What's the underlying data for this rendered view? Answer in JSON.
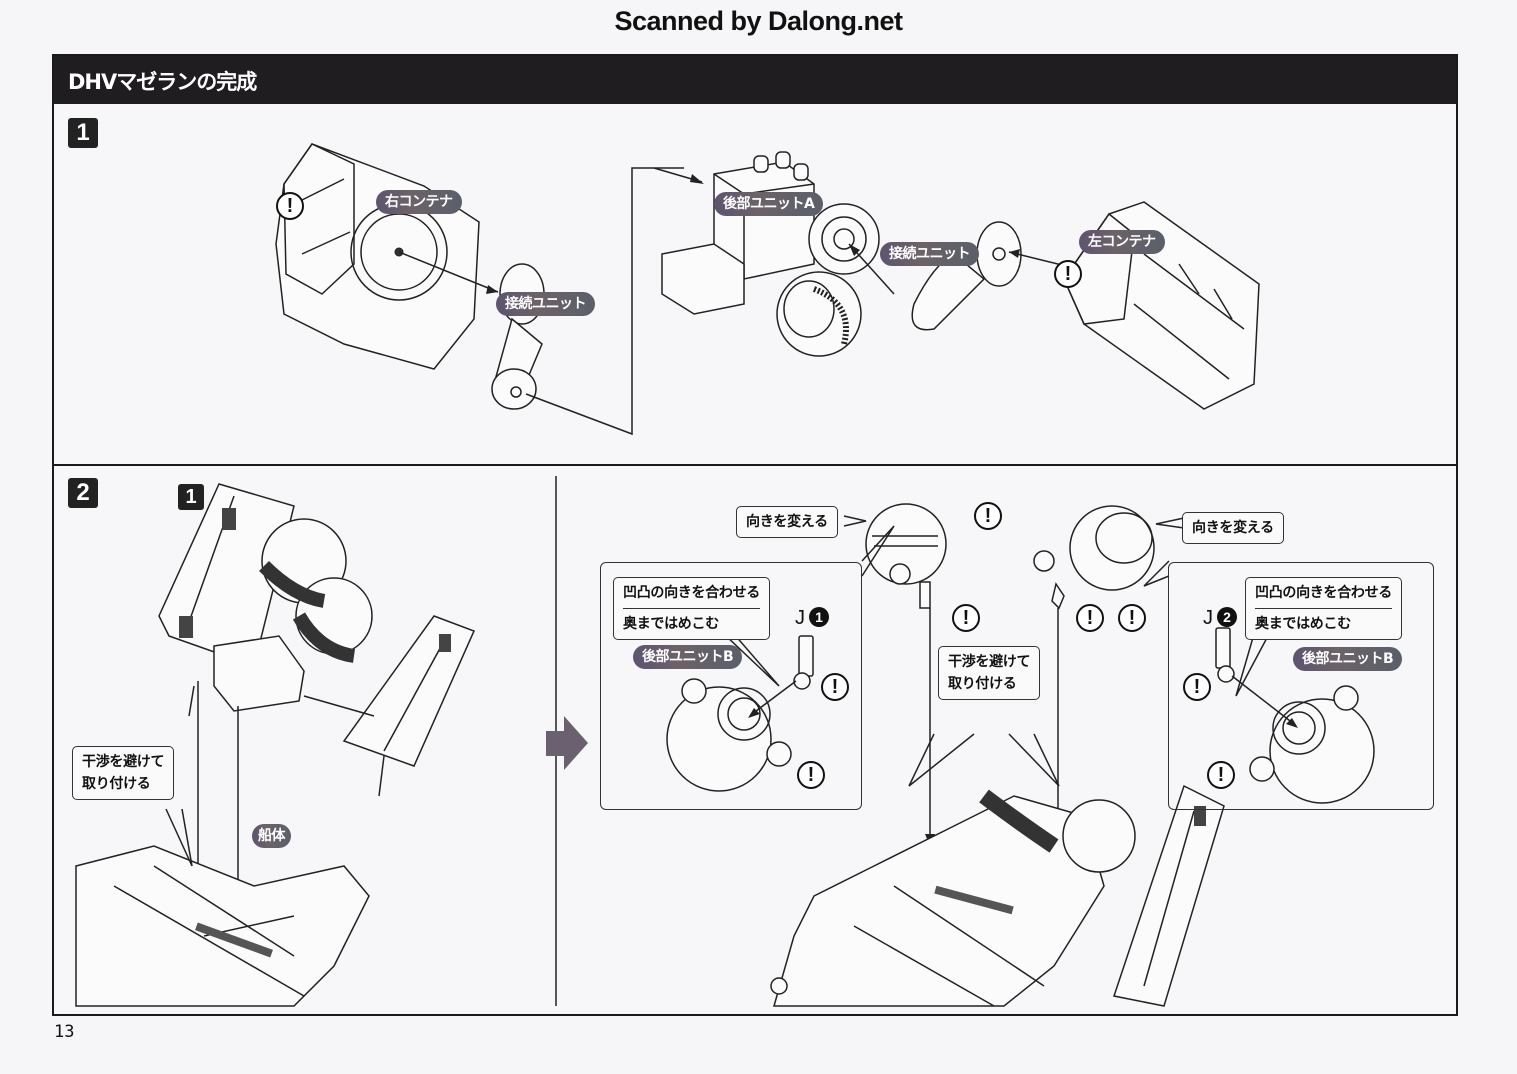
{
  "header": {
    "scan_credit": "Scanned by Dalong.net"
  },
  "section": {
    "title": "DHVマゼランの完成"
  },
  "step1": {
    "number": "1",
    "labels": {
      "right_container": "右コンテナ",
      "connection_unit_a": "接続ユニット",
      "rear_unit_a": "後部ユニットA",
      "connection_unit_b": "接続ユニット",
      "left_container": "左コンテナ"
    },
    "warning_symbol": "!"
  },
  "step2": {
    "number": "2",
    "sub_assembly_ref": "1",
    "hull_label": "船体",
    "left_callout": {
      "line1": "干渉を避けて",
      "line2": "取り付ける"
    },
    "center_callout": {
      "line1": "干渉を避けて",
      "line2": "取り付ける"
    },
    "change_direction_left": "向きを変える",
    "change_direction_right": "向きを変える",
    "inset_left": {
      "instruction1": "凹凸の向きを合わせる",
      "instruction2": "奥まではめこむ",
      "part_letter": "J",
      "part_number": "1",
      "unit_label": "後部ユニットB"
    },
    "inset_right": {
      "instruction1": "凹凸の向きを合わせる",
      "instruction2": "奥まではめこむ",
      "part_letter": "J",
      "part_number": "2",
      "unit_label": "後部ユニットB"
    },
    "warning_symbol": "!"
  },
  "footer": {
    "page_number": "13"
  },
  "colors": {
    "title_bar": "#1f1d1f",
    "pill": "#62596a",
    "arrow": "#6a6070"
  }
}
